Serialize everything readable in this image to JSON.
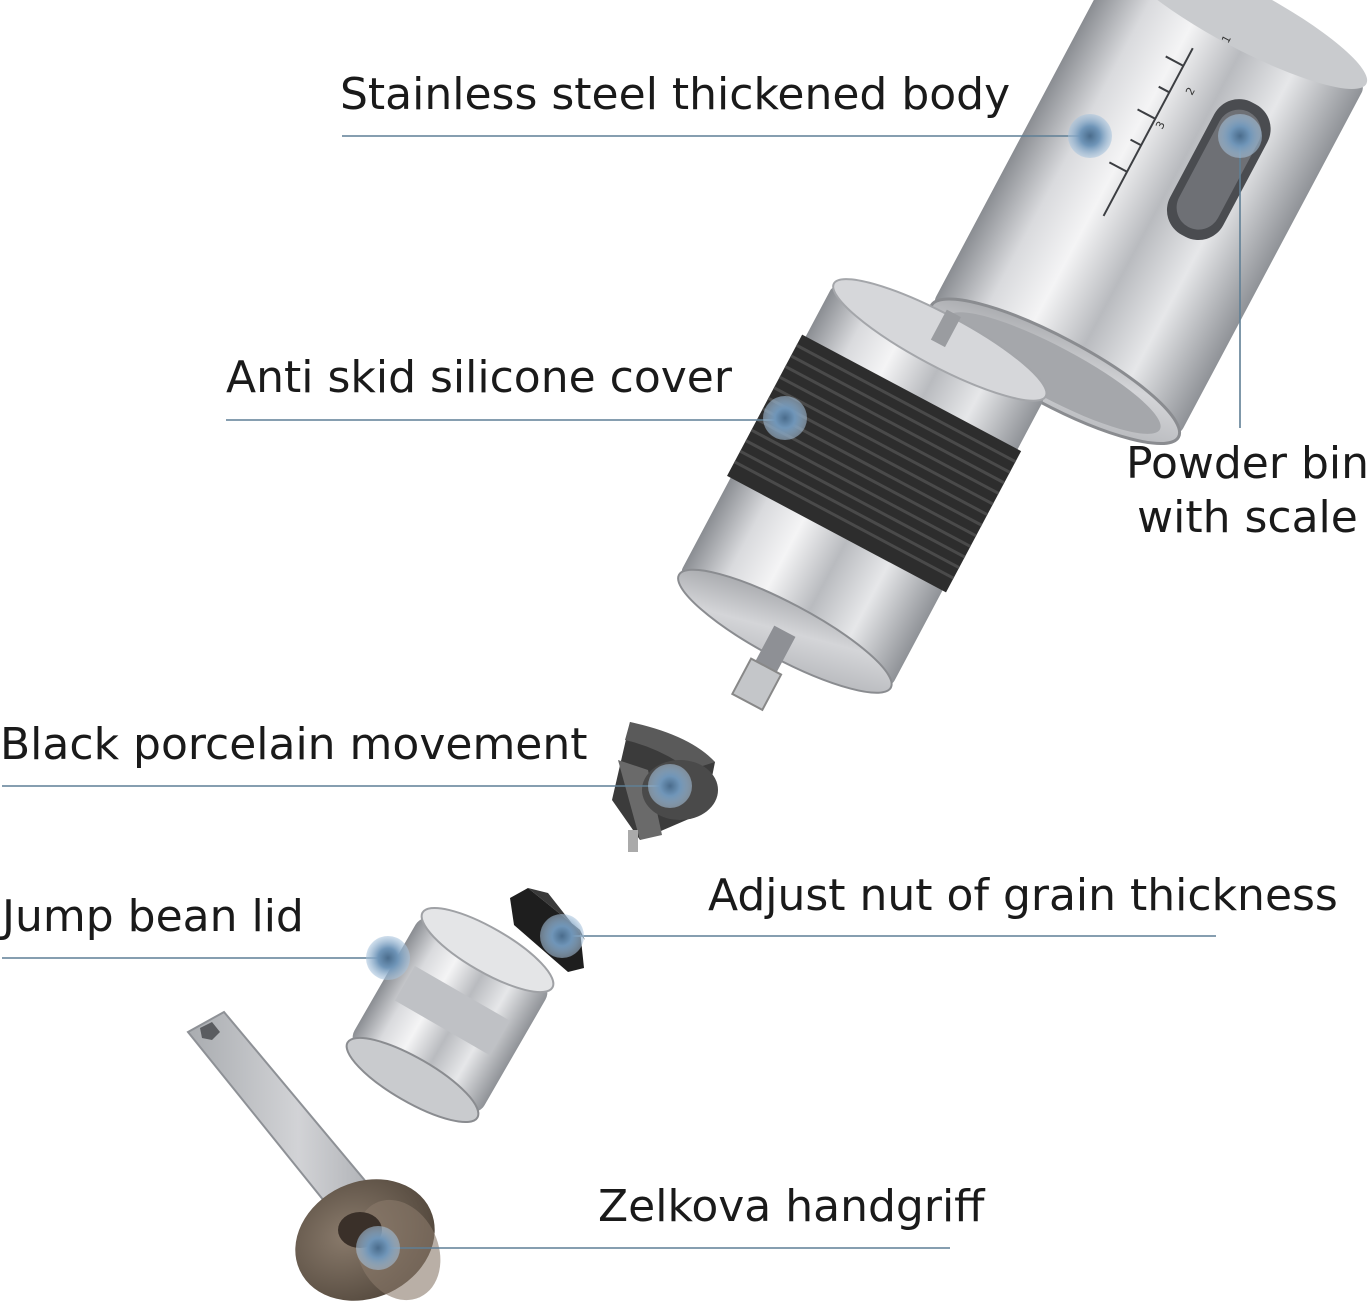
{
  "labels": {
    "body": "Stainless steel thickened body",
    "silicone": "Anti skid silicone cover",
    "bin_line1": "Powder bin",
    "bin_line2": "with scale",
    "movement": "Black porcelain movement",
    "nut": "Adjust nut of grain thickness",
    "lid": "Jump bean lid",
    "handle": "Zelkova handgriff"
  },
  "scale_marks": [
    "1",
    "2",
    "3"
  ],
  "colors": {
    "leader_line": "#5f7f95",
    "callout_dot": "#7fa6c8",
    "steel_light": "#e9eaec",
    "steel_dark": "#7d8085",
    "silicone": "#2b2b2b",
    "wood": "#6b5d50",
    "ceramic": "#3a3a3a"
  }
}
